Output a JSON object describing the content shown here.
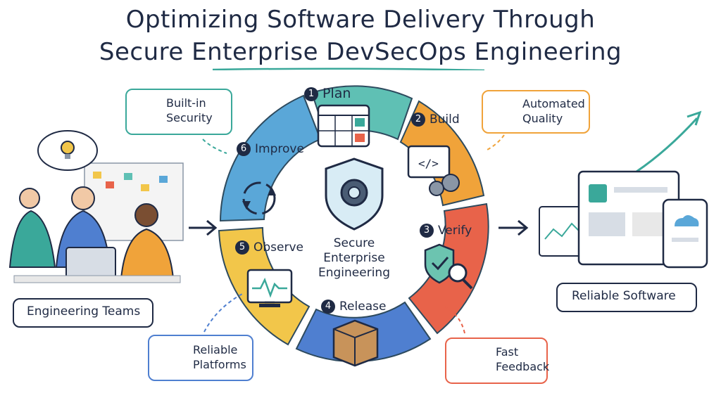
{
  "title": {
    "line1": "Optimizing Software Delivery Through",
    "line2": "Secure Enterprise DevSecOps Engineering"
  },
  "cycle": {
    "center_label": [
      "Secure",
      "Enterprise",
      "Engineering"
    ],
    "steps": [
      {
        "num": "1",
        "label": "Plan",
        "color": "#5fc0b4",
        "icon": "calendar-checklist-icon"
      },
      {
        "num": "2",
        "label": "Build",
        "color": "#f0a33a",
        "icon": "code-window-gears-icon"
      },
      {
        "num": "3",
        "label": "Verify",
        "color": "#e8634a",
        "icon": "shield-check-magnifier-icon"
      },
      {
        "num": "4",
        "label": "Release",
        "color": "#4f7fd0",
        "icon": "package-box-icon"
      },
      {
        "num": "5",
        "label": "Observe",
        "color": "#f2c64a",
        "icon": "monitor-pulse-icon"
      },
      {
        "num": "6",
        "label": "Improve",
        "color": "#5aa7d8",
        "icon": "refresh-cycle-icon"
      }
    ]
  },
  "callouts": {
    "built_in_security": {
      "line1": "Built-in",
      "line2": "Security",
      "color": "#3aa89a",
      "icon": "shield-lock-icon"
    },
    "automated_quality": {
      "line1": "Automated",
      "line2": "Quality",
      "color": "#f0a33a",
      "icon": "gear-check-icon"
    },
    "reliable_platforms": {
      "line1": "Reliable",
      "line2": "Platforms",
      "color": "#4f7fd0",
      "icon": "cloud-server-icon"
    },
    "fast_feedback": {
      "line1": "Fast",
      "line2": "Feedback",
      "color": "#e8634a",
      "icon": "refresh-arrows-icon"
    }
  },
  "left": {
    "label": "Engineering Teams"
  },
  "right": {
    "label": "Reliable Software"
  }
}
